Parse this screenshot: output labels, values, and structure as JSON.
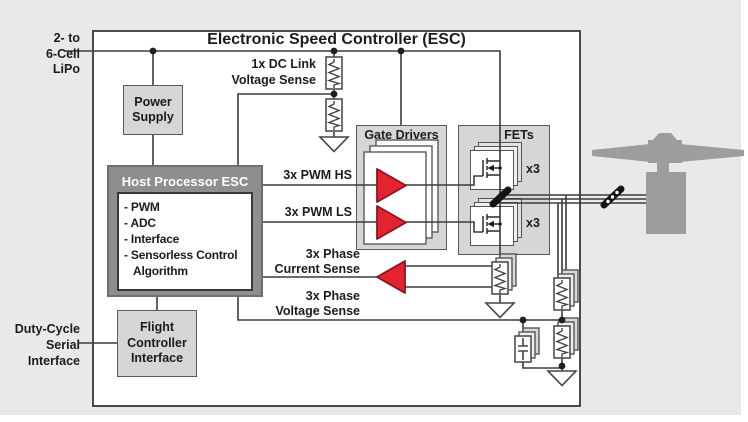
{
  "colors": {
    "page_bg": "#e9e9e9",
    "box_fill": "#d6d6d6",
    "host_fill": "#8e8e8e",
    "wire": "#3c3c3c",
    "amp_red": "#e32330",
    "motor_gray": "#9d9d9d"
  },
  "title": "Electronic Speed Controller (ESC)",
  "battery_label": {
    "line1": "2- to",
    "line2": "6-Cell",
    "line3": "LiPo"
  },
  "serial_label": {
    "line1": "Duty-Cycle",
    "line2": "Serial",
    "line3": "Interface"
  },
  "power_supply": {
    "line1": "Power",
    "line2": "Supply"
  },
  "host_processor": {
    "title": "Host Processor ESC",
    "items": [
      "- PWM",
      "- ADC",
      "- Interface",
      "- Sensorless Control",
      "Algorithm"
    ]
  },
  "flight_controller": {
    "line1": "Flight",
    "line2": "Controller",
    "line3": "Interface"
  },
  "gate_drivers": {
    "label": "Gate Drivers"
  },
  "fets": {
    "label": "FETs",
    "hs_multiplier": "x3",
    "ls_multiplier": "x3"
  },
  "signals": {
    "dc_link": {
      "line1": "1x DC Link",
      "line2": "Voltage Sense"
    },
    "pwm_hs": "3x PWM HS",
    "pwm_ls": "3x PWM LS",
    "phase_current": {
      "line1": "3x Phase",
      "line2": "Current Sense"
    },
    "phase_voltage": {
      "line1": "3x Phase",
      "line2": "Voltage Sense"
    }
  }
}
